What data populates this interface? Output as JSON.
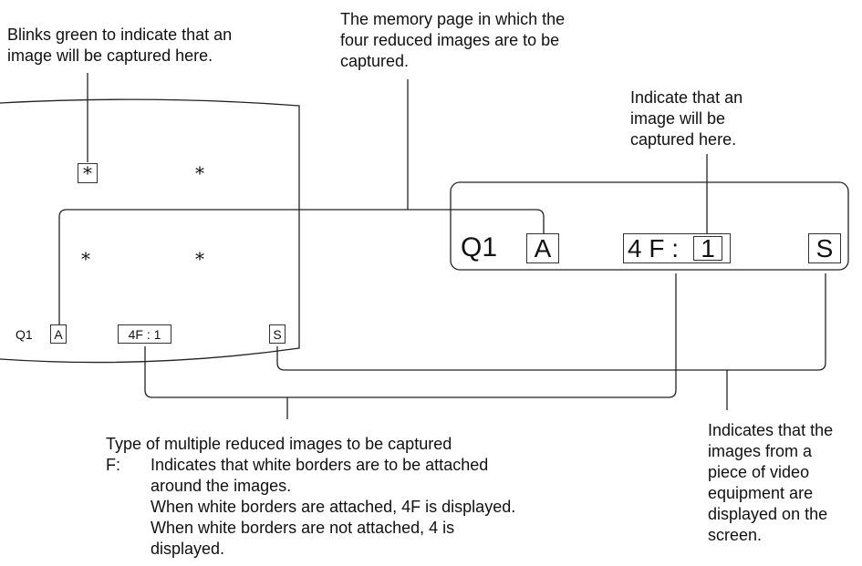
{
  "callouts": {
    "blink": {
      "lines": [
        "Blinks green to indicate that an",
        "image will be captured here."
      ]
    },
    "memory_page": {
      "lines": [
        "The memory page in which the",
        "four reduced images are to be",
        "captured."
      ]
    },
    "indicate": {
      "lines": [
        "Indicate that an",
        "image will be",
        "captured here."
      ]
    },
    "type": {
      "heading": "Type of multiple reduced images to be captured",
      "prefix": "F:",
      "lines": [
        "Indicates that white borders are to be attached",
        "around the images.",
        "When white borders are attached, 4F is displayed.",
        "When white borders are not attached, 4 is",
        "displayed."
      ]
    },
    "source": {
      "lines": [
        "Indicates that the",
        "images from a",
        "piece of video",
        "equipment are",
        "displayed on the",
        "screen."
      ]
    }
  },
  "screen": {
    "marker_symbol": "*",
    "status": {
      "q": "Q1",
      "page": "A",
      "mode": "4F : 1",
      "source": "S"
    }
  },
  "enlarged": {
    "q": "Q1",
    "page": "A",
    "mode_prefix": "4 F :",
    "position": "1",
    "source": "S"
  }
}
